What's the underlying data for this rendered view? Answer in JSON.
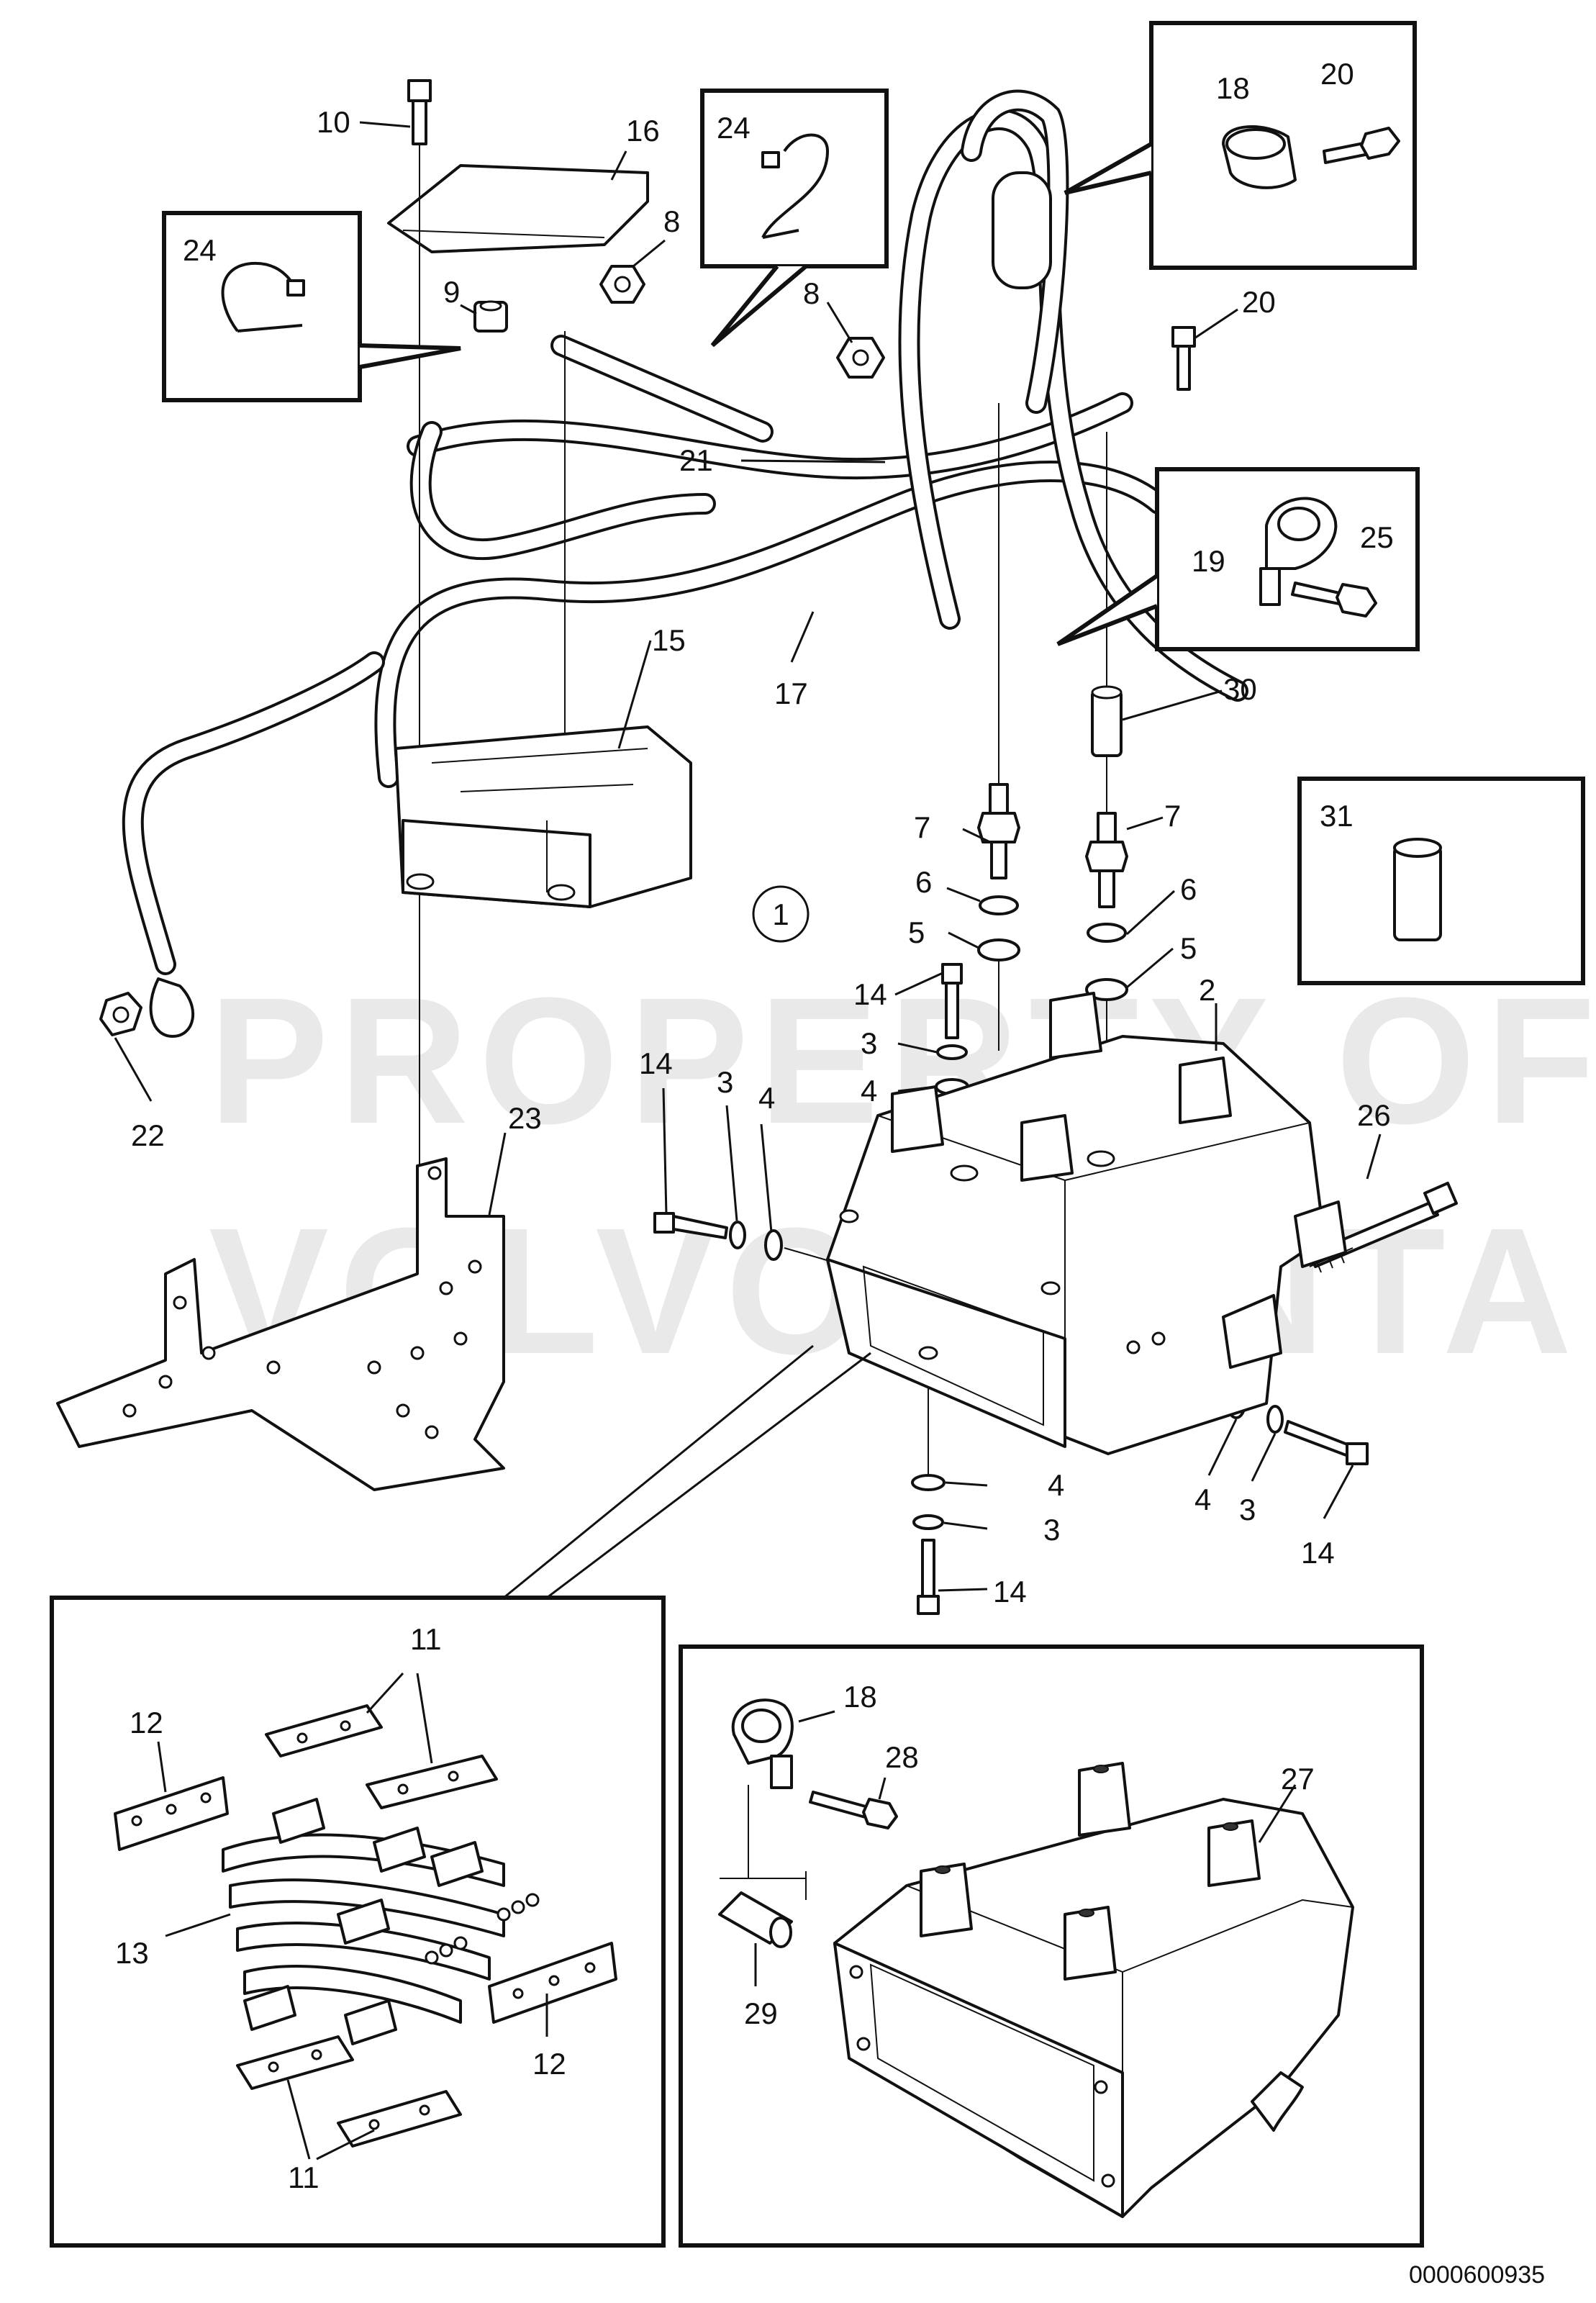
{
  "watermark": {
    "line1": "PROPERTY OF",
    "line2": "VOLVO PENTA"
  },
  "document_code": "0000600935",
  "item_1": "1",
  "callouts": {
    "c10": "10",
    "c16": "16",
    "c8a": "8",
    "c9": "9",
    "c8b": "8",
    "c20a": "20",
    "c21": "21",
    "c15": "15",
    "c17": "17",
    "c30": "30",
    "c7a": "7",
    "c7b": "7",
    "c6a": "6",
    "c6b": "6",
    "c5a": "5",
    "c5b": "5",
    "c14a": "14",
    "c3a": "3",
    "c4a": "4",
    "c2": "2",
    "c26": "26",
    "c14b": "14",
    "c3b": "3",
    "c4b": "4",
    "c22": "22",
    "c23": "23",
    "c4c": "4",
    "c3c": "3",
    "c14c": "14",
    "c4d": "4",
    "c3d": "3",
    "c14d": "14"
  },
  "inset_clamp_18_20": {
    "c18": "18",
    "c20": "20"
  },
  "inset_tie_a": {
    "c24": "24"
  },
  "inset_tie_b": {
    "c24": "24"
  },
  "inset_clamp_19_25": {
    "c19": "19",
    "c25": "25"
  },
  "inset_31": {
    "c31": "31"
  },
  "inset_busbars": {
    "c11a": "11",
    "c12a": "12",
    "c13": "13",
    "c12b": "12",
    "c11b": "11"
  },
  "inset_cover": {
    "c18": "18",
    "c28": "28",
    "c27": "27",
    "c29": "29"
  }
}
